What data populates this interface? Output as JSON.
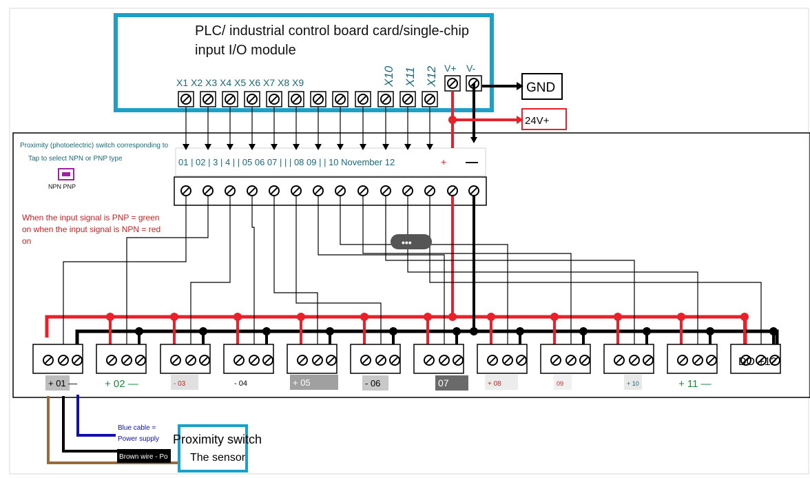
{
  "plc": {
    "title_line1": "PLC/ industrial control board card/single-chip",
    "title_line2": "input I/O module",
    "inputs_x1_x9": [
      "X1",
      "X2",
      "X3",
      "X4",
      "X5",
      "X6",
      "X7",
      "X8",
      "X9"
    ],
    "inputs_x10_x12": [
      "X10",
      "X11",
      "X12"
    ],
    "v_plus": "V+",
    "v_minus": "V-"
  },
  "gnd_label": "GND",
  "v24_label": "24V+",
  "board": {
    "note_line1": "Proximity (photoelectric) switch corresponding to",
    "note_line2": "Tap to select NPN or PNP type",
    "switch_label": "NPN PNP",
    "strip_label": "01 | 02 | 3 | 4 | | 05 06 07 | | | 08 09 | | 10 November 12",
    "plus_sign": "+",
    "minus_sign": "—",
    "signal_line1": "When the input signal is PNP = green",
    "signal_line2": "on when the input signal is NPN = red",
    "signal_line3": "on",
    "more_dots": "•••",
    "channels": [
      "+ 01 —",
      "+ 02 —",
      "- 03",
      "- 04",
      "+ 05",
      "- 06",
      "07",
      "+ 08",
      "09",
      "+ 10",
      "+ 11 —",
      "DO +12"
    ]
  },
  "legend": {
    "blue_line1": "Blue cable =",
    "blue_line2": "Power supply",
    "brown": "Brown wire - Po",
    "prox_title": "Proximity switch",
    "sensor": "The sensor"
  },
  "colors": {
    "cyan_frame": "#1ba0c8",
    "red_wire": "#e8202a",
    "black_wire": "#000000",
    "blue_wire": "#1010b0",
    "brown_wire": "#9a6a3a",
    "label_teal": "#1a6a7a",
    "note_red": "#cc2020",
    "switch_purple": "#a020a0"
  }
}
